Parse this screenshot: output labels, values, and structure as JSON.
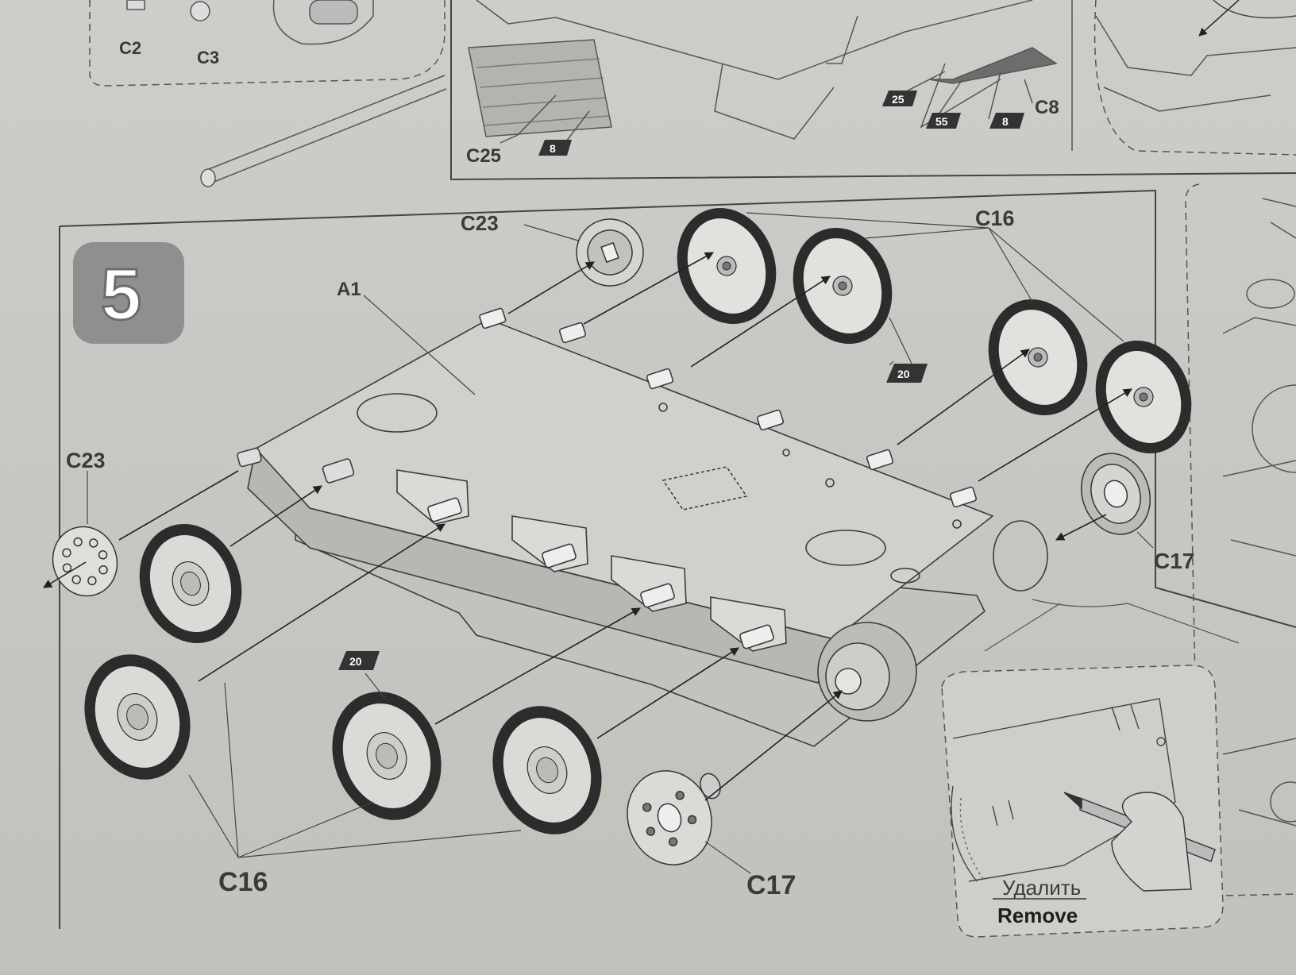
{
  "step": {
    "number": "5"
  },
  "top_strip": {
    "labels": {
      "c2": "C2",
      "c3": "C3",
      "c25": "C25",
      "c8": "C8"
    },
    "badges": {
      "b1": "8",
      "b2": "25",
      "b3": "55",
      "b4": "8"
    }
  },
  "main": {
    "labels": {
      "a1": "A1",
      "c23_top": "C23",
      "c23_left": "C23",
      "c16_top": "C16",
      "c16_bottom": "C16",
      "c17_right": "C17",
      "c17_bottom": "C17"
    },
    "badges": {
      "b_upper": "20",
      "b_lower": "20"
    }
  },
  "inset": {
    "remove_ru": "Удалить",
    "remove_en": "Remove"
  },
  "colors": {
    "paper": "#c9c7c3",
    "ink": "#3a3a3a",
    "step_box": "#8f8f8f",
    "tire": "#2c2c2c"
  }
}
